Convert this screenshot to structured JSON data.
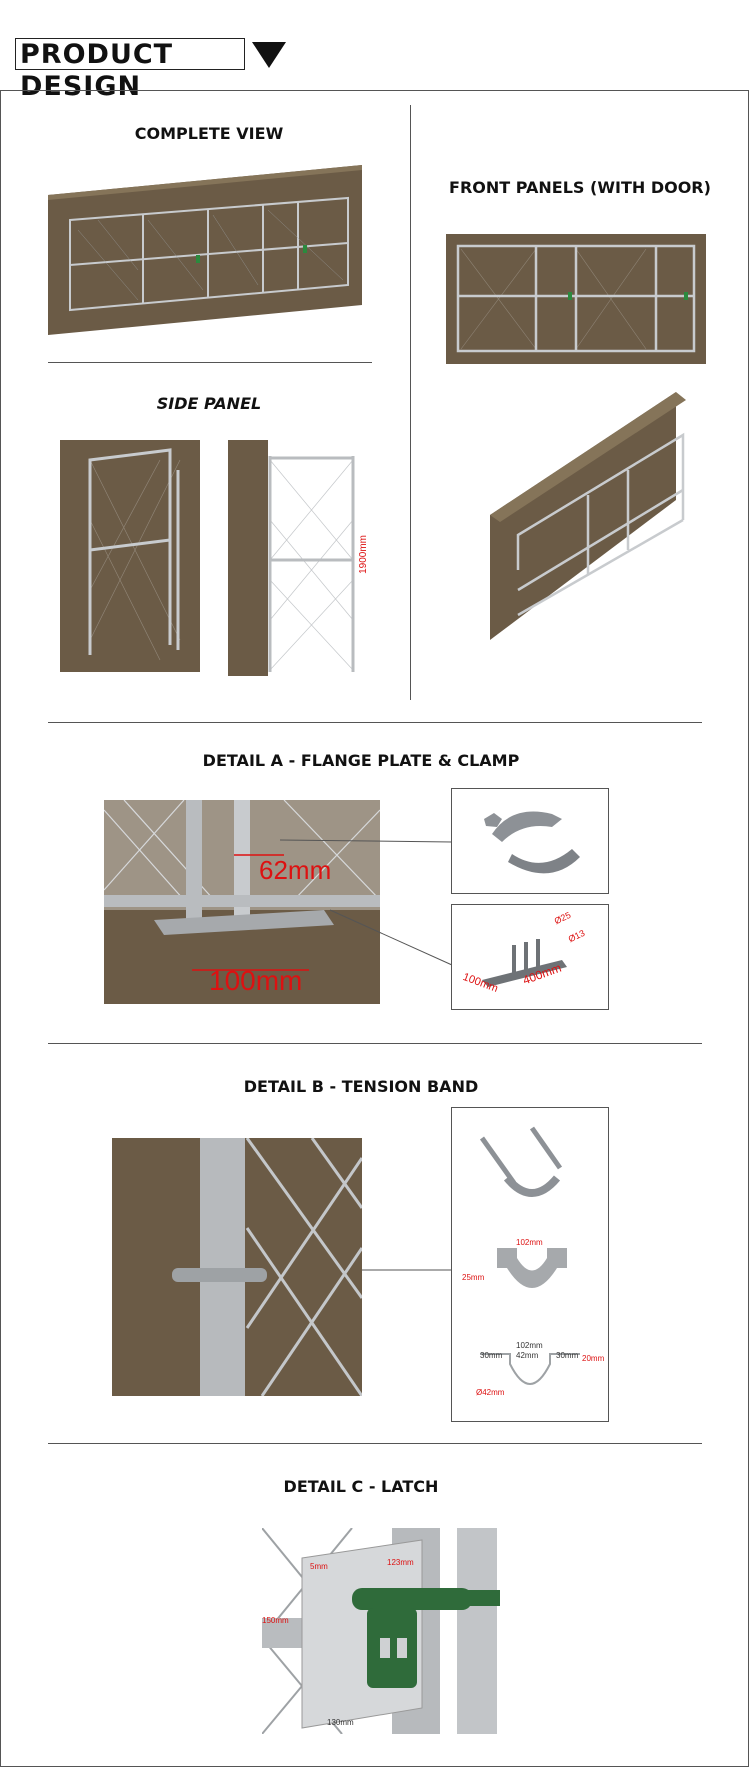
{
  "header": {
    "title": "PRODUCT DESIGN"
  },
  "sections": {
    "complete_view": {
      "title": "COMPLETE VIEW"
    },
    "front_panels": {
      "title": "FRONT PANELS (WITH DOOR)"
    },
    "side_panel": {
      "title": "SIDE PANEL",
      "dim_height": "1900mm"
    },
    "detail_a": {
      "title": "DETAIL A - FLANGE PLATE & CLAMP",
      "dim_pipe": "62mm",
      "dim_plate": "100mm",
      "plate_dims": {
        "w": "400mm",
        "h": "100mm",
        "d1": "Ø25",
        "d2": "Ø13"
      }
    },
    "detail_b": {
      "title": "DETAIL B - TENSION BAND",
      "dims": {
        "top": "102mm",
        "left": "30mm",
        "mid": "42mm",
        "right": "30mm",
        "dia": "Ø42mm",
        "h1": "25mm",
        "h2": "20mm",
        "w": "102mm"
      }
    },
    "detail_c": {
      "title": "DETAIL C - LATCH",
      "dims": {
        "top": "123mm",
        "left": "5mm",
        "side": "150mm",
        "bottom": "130mm"
      }
    }
  },
  "colors": {
    "wall": "#6b5b46",
    "metal": "#b9bcbf",
    "dim": "#dd1111",
    "latch": "#2f6b3a"
  }
}
